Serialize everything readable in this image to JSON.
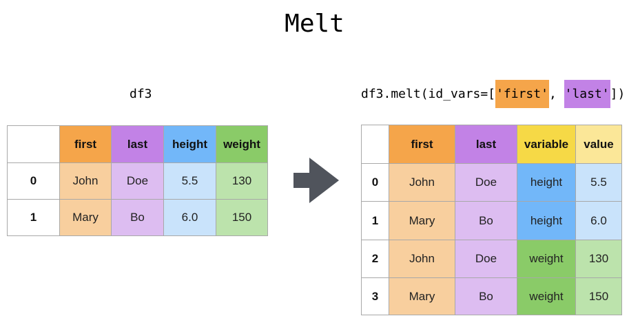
{
  "title": "Melt",
  "left": {
    "caption": "df3",
    "columns": [
      "",
      "first",
      "last",
      "height",
      "weight"
    ],
    "rows": [
      {
        "index": "0",
        "first": "John",
        "last": "Doe",
        "height": "5.5",
        "weight": "130"
      },
      {
        "index": "1",
        "first": "Mary",
        "last": "Bo",
        "height": "6.0",
        "weight": "150"
      }
    ]
  },
  "arrow": {
    "icon": "right-arrow-icon",
    "color": "#50545c"
  },
  "right": {
    "caption_prefix": "df3.melt(id_vars=[",
    "caption_first": "'first'",
    "caption_sep": ", ",
    "caption_last": "'last'",
    "caption_suffix": "])",
    "columns": [
      "",
      "first",
      "last",
      "variable",
      "value"
    ],
    "rows": [
      {
        "index": "0",
        "first": "John",
        "last": "Doe",
        "variable": "height",
        "value": "5.5"
      },
      {
        "index": "1",
        "first": "Mary",
        "last": "Bo",
        "variable": "height",
        "value": "6.0"
      },
      {
        "index": "2",
        "first": "John",
        "last": "Doe",
        "variable": "weight",
        "value": "130"
      },
      {
        "index": "3",
        "first": "Mary",
        "last": "Bo",
        "variable": "weight",
        "value": "150"
      }
    ]
  },
  "colors": {
    "first_header": "#f5a54a",
    "first_cell": "#f8cf9e",
    "last_header": "#c282e6",
    "last_cell": "#ddbdf1",
    "height_header": "#72b7f9",
    "height_cell": "#c9e3fb",
    "weight_header": "#8acb68",
    "weight_cell": "#bce3ac",
    "variable_header": "#f6d946",
    "value_header": "#fbe798"
  }
}
